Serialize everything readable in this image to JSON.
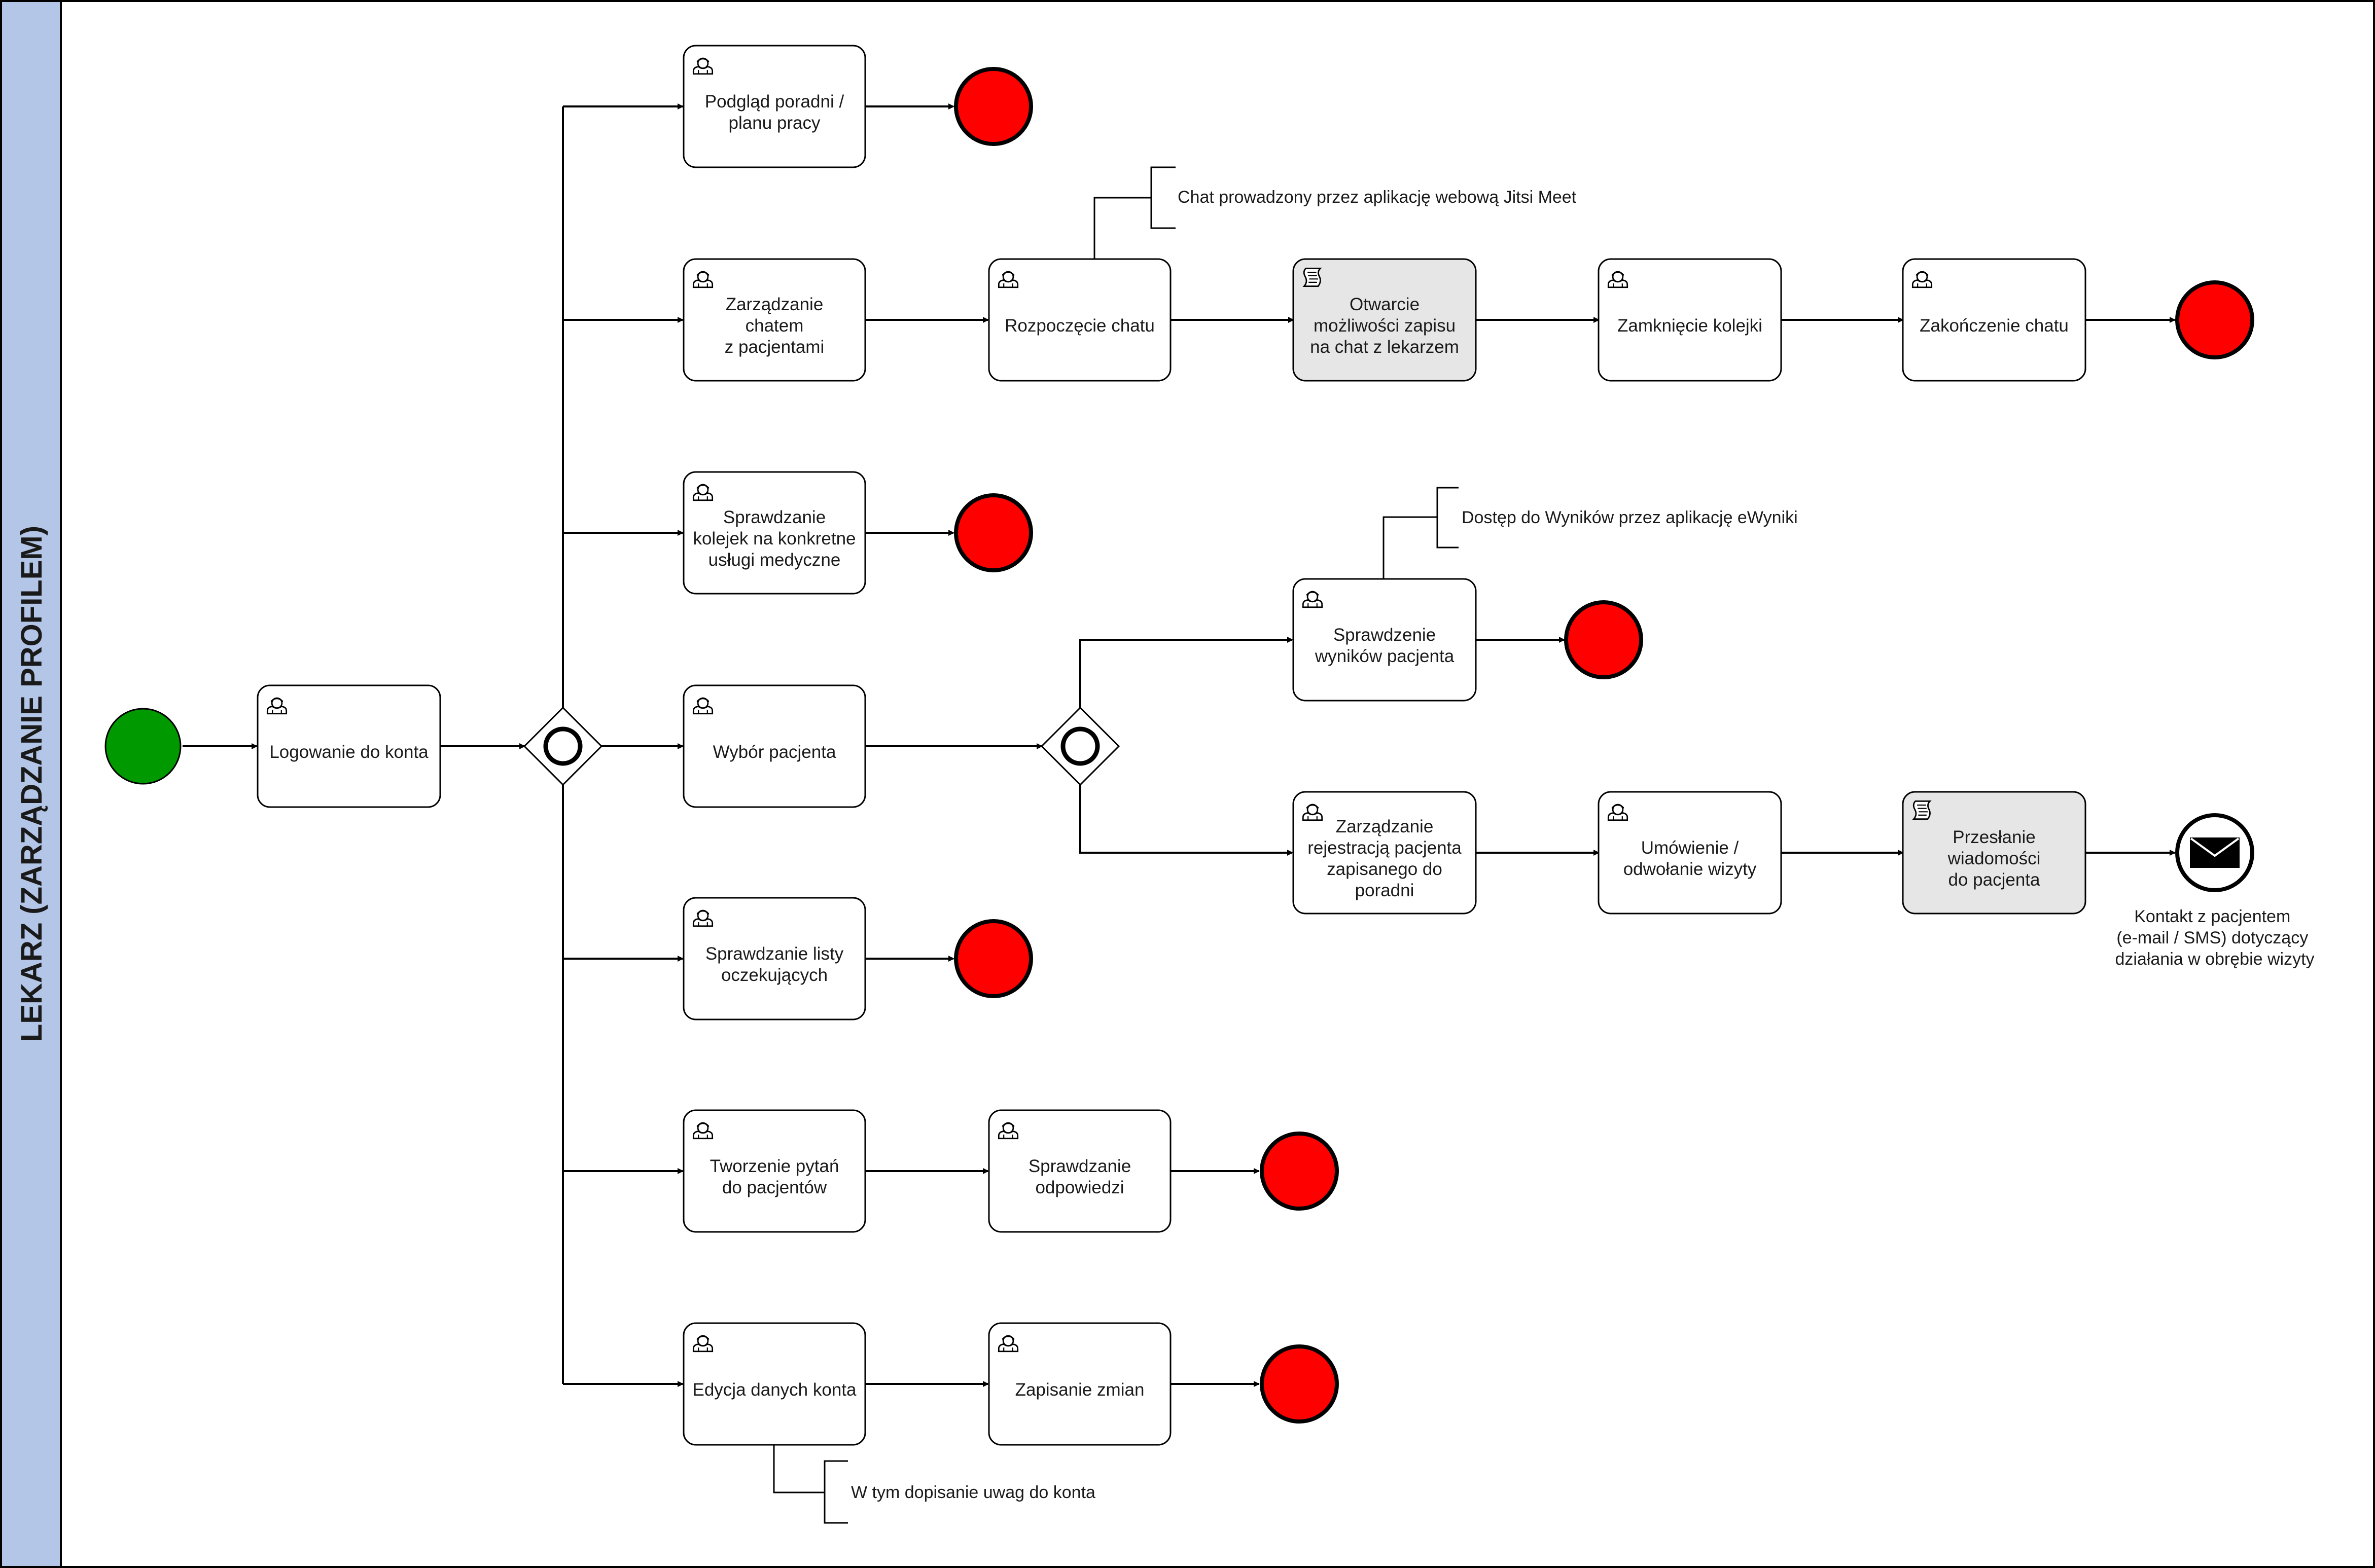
{
  "pool": {
    "label": "LEKARZ (ZARZĄDZANIE PROFILEM)",
    "band_color": "#b4c6e7"
  },
  "colors": {
    "start_event": "#009900",
    "end_event": "#ff0000",
    "task_fill": "#ffffff",
    "script_task_fill": "#e6e6e6",
    "stroke": "#000000"
  },
  "tasks": {
    "login": {
      "lines": [
        "Logowanie do konta"
      ],
      "icon": "user-task-icon"
    },
    "preview": {
      "lines": [
        "Podgląd poradni /",
        "planu pracy"
      ],
      "icon": "user-task-icon"
    },
    "chat_mgmt": {
      "lines": [
        "Zarządzanie",
        "chatem",
        "z pacjentami"
      ],
      "icon": "user-task-icon"
    },
    "chat_start": {
      "lines": [
        "Rozpoczęcie chatu"
      ],
      "icon": "user-task-icon"
    },
    "chat_open": {
      "lines": [
        "Otwarcie",
        "możliwości zapisu",
        "na chat z lekarzem"
      ],
      "icon": "script-task-icon"
    },
    "queue_close": {
      "lines": [
        "Zamknięcie kolejki"
      ],
      "icon": "user-task-icon"
    },
    "chat_end": {
      "lines": [
        "Zakończenie chatu"
      ],
      "icon": "user-task-icon"
    },
    "queues": {
      "lines": [
        "Sprawdzanie",
        "kolejek na konkretne",
        "usługi medyczne"
      ],
      "icon": "user-task-icon"
    },
    "patient_select": {
      "lines": [
        "Wybór pacjenta"
      ],
      "icon": "user-task-icon"
    },
    "results": {
      "lines": [
        "Sprawdzenie",
        "wyników pacjenta"
      ],
      "icon": "user-task-icon"
    },
    "registration": {
      "lines": [
        "Zarządzanie",
        "rejestracją pacjenta",
        "zapisanego do",
        "poradni"
      ],
      "icon": "user-task-icon"
    },
    "appointment": {
      "lines": [
        "Umówienie /",
        "odwołanie wizyty"
      ],
      "icon": "user-task-icon"
    },
    "message": {
      "lines": [
        "Przesłanie",
        "wiadomości",
        "do pacjenta"
      ],
      "icon": "script-task-icon"
    },
    "waiting_list": {
      "lines": [
        "Sprawdzanie listy",
        "oczekujących"
      ],
      "icon": "user-task-icon"
    },
    "questions": {
      "lines": [
        "Tworzenie pytań",
        "do pacjentów"
      ],
      "icon": "user-task-icon"
    },
    "answers": {
      "lines": [
        "Sprawdzanie",
        "odpowiedzi"
      ],
      "icon": "user-task-icon"
    },
    "edit_account": {
      "lines": [
        "Edycja danych konta"
      ],
      "icon": "user-task-icon"
    },
    "save_changes": {
      "lines": [
        "Zapisanie zmian"
      ],
      "icon": "user-task-icon"
    }
  },
  "annotations": {
    "chat": "Chat prowadzony przez aplikację webową Jitsi Meet",
    "results": "Dostęp do Wyników przez aplikację eWyniki",
    "account": "W tym dopisanie uwag do konta"
  },
  "message_end_label": [
    "Kontakt z pacjentem",
    "(e-mail / SMS) dotyczący",
    "działania w obrębie wizyty"
  ]
}
